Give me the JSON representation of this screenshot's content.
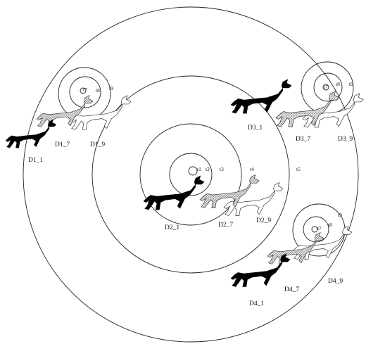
{
  "rings": [
    {
      "label": "t1"
    },
    {
      "label": "t2"
    },
    {
      "label": "t3"
    },
    {
      "label": "t4"
    },
    {
      "label": "t5"
    },
    {
      "label": "t7"
    },
    {
      "label": "t8"
    },
    {
      "label": "t9"
    }
  ],
  "groups": [
    {
      "id": "D1",
      "labels": {
        "black": "D1_1",
        "pattern": "D1_7",
        "white": "D1_9"
      },
      "rings": [
        "t7",
        "t8",
        "t9"
      ]
    },
    {
      "id": "D2",
      "labels": {
        "black": "D2_1",
        "pattern": "D2_7",
        "white": "D2_9"
      },
      "rings": [
        "t1",
        "t2",
        "t3",
        "t4",
        "t5"
      ]
    },
    {
      "id": "D3",
      "labels": {
        "black": "D3_1",
        "pattern": "D3_7",
        "white": "D3_9"
      },
      "rings": [
        "t7",
        "t8",
        "t9"
      ]
    },
    {
      "id": "D4",
      "labels": {
        "black": "D4_1",
        "pattern": "D4_7",
        "white": "D4_9"
      },
      "rings": [
        "t7",
        "t8",
        "t9"
      ]
    }
  ],
  "figure_styles": {
    "black": "#000000",
    "pattern": "dotted-gray",
    "white": "#ffffff"
  }
}
